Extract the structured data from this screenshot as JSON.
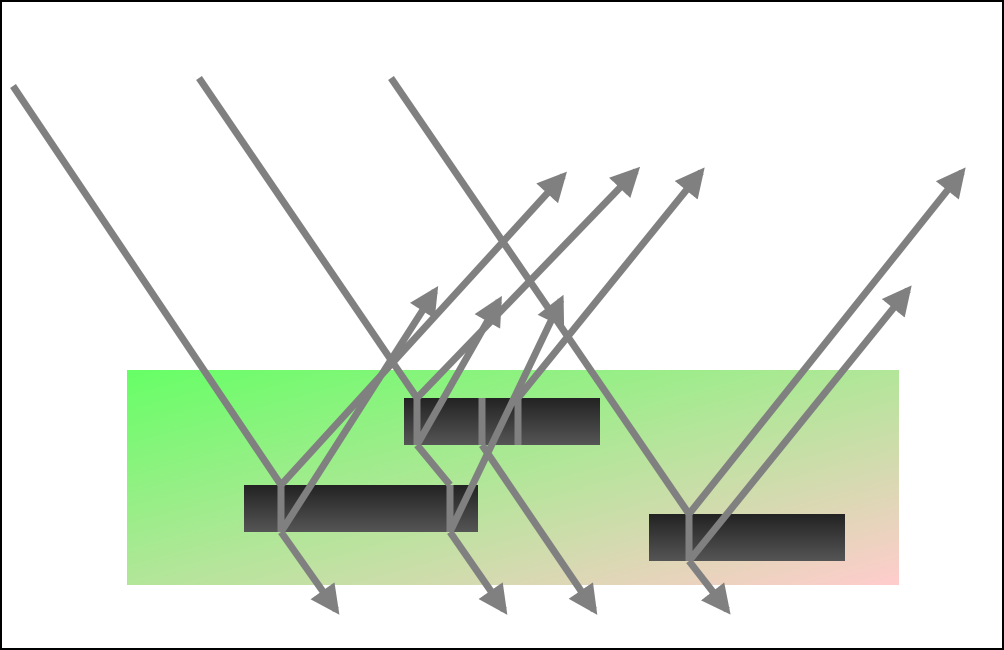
{
  "diagram": {
    "colors": {
      "frame": "#000000",
      "background": "#ffffff",
      "region_start": "#66ff66",
      "region_end": "#ffcccc",
      "layer_dark": "#222222",
      "layer_light": "#555555",
      "ray": "#808080"
    },
    "elements": {
      "region": "substrate-region",
      "layers": [
        "upper-absorber-layer",
        "left-absorber-layer",
        "right-absorber-layer"
      ],
      "rays": [
        "incident-ray",
        "reflected-ray",
        "transmitted-ray"
      ],
      "arrowhead": "arrowhead-icon"
    }
  }
}
